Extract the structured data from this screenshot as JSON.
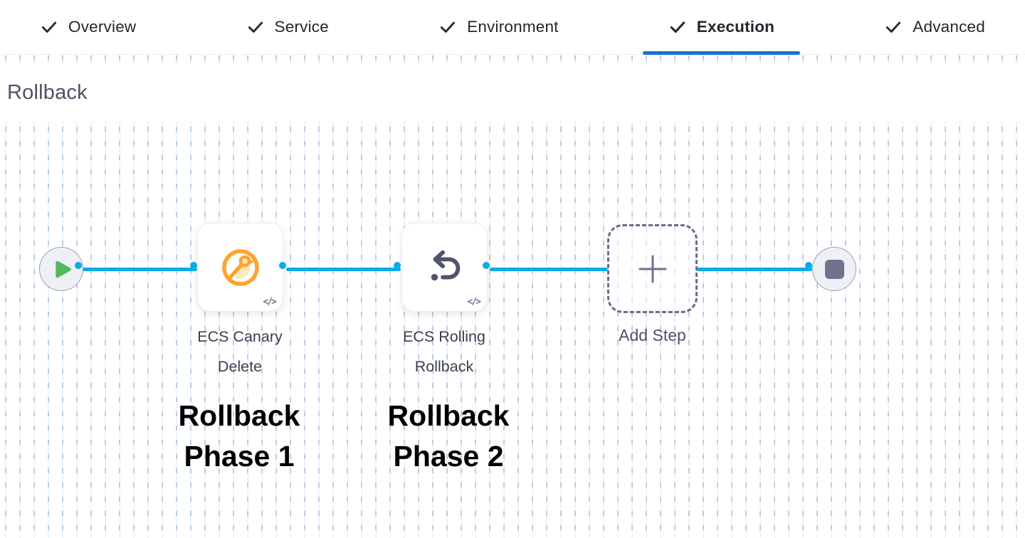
{
  "tabs": {
    "items": [
      {
        "label": "Overview",
        "completed": true,
        "active": false
      },
      {
        "label": "Service",
        "completed": true,
        "active": false
      },
      {
        "label": "Environment",
        "completed": true,
        "active": false
      },
      {
        "label": "Execution",
        "completed": true,
        "active": true
      },
      {
        "label": "Advanced",
        "completed": true,
        "active": false
      }
    ]
  },
  "section": {
    "title": "Rollback"
  },
  "pipeline": {
    "start_node": {
      "icon": "play-icon"
    },
    "end_node": {
      "icon": "stop-icon"
    },
    "steps": [
      {
        "name": "ECS Canary Delete",
        "name_line1": "ECS Canary",
        "name_line2": "Delete",
        "icon": "canary-icon",
        "code_badge": "</>"
      },
      {
        "name": "ECS Rolling Rollback",
        "name_line1": "ECS Rolling",
        "name_line2": "Rollback",
        "icon": "rollback-undo-icon",
        "code_badge": "</>"
      }
    ],
    "add_step": {
      "label": "Add Step",
      "icon": "plus-icon"
    }
  },
  "annotations": [
    {
      "line1": "Rollback",
      "line2": "Phase 1"
    },
    {
      "line1": "Rollback",
      "line2": "Phase 2"
    }
  ],
  "colors": {
    "active_tab_underline": "#1373d2",
    "connector_blue": "#09ade4",
    "play_green": "#53ba5c",
    "canary_orange": "#FFA22F",
    "canary_fill": "#FCE9C2",
    "slate_icon": "#50536a",
    "stop_gray": "#71738d",
    "heading_gray": "#4d5163",
    "tab_text": "#25262e",
    "annotation_black": "#000000"
  }
}
